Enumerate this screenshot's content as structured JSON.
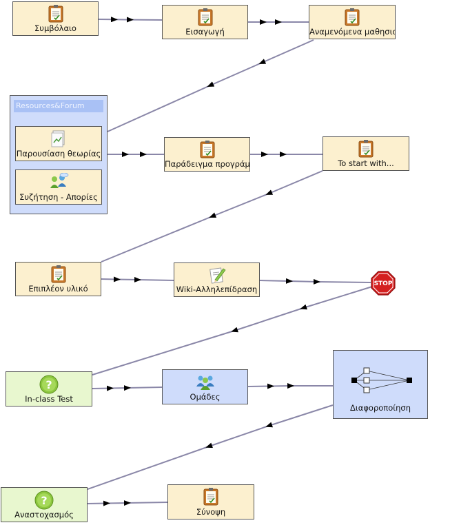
{
  "nodes": {
    "n1": "Συμβόλαιο",
    "n2": "Εισαγωγή",
    "n3": "Αναμενόμενα μαθησια",
    "n4": "Παράδειγμα προγράμμ",
    "n5": "To start with...",
    "n6": "Επιπλέον υλικό",
    "n7": "Wiki-Αλληλεπίδραση",
    "n8": "In-class Test",
    "n9": "Ομάδες",
    "n10": "Διαφοροποίηση",
    "n11": "Αναστοχασμός",
    "n12": "Σύνοψη"
  },
  "support": {
    "title": "Resources&Forum",
    "item1": "Παρουσίαση θεωρίας",
    "item2": "Συζήτηση - Απορίες"
  },
  "stop_label": "STOP",
  "colors": {
    "activity_fill": "#fcf0cf",
    "assessment_fill": "#e8f7cf",
    "group_fill": "#cfdcfb",
    "edge": "#8a87a8",
    "stop": "#d42020"
  },
  "icons": {
    "activity": "notebook-icon",
    "question": "question-icon",
    "people": "people-icon",
    "wiki": "wiki-pencil-icon",
    "branch": "branching-icon",
    "stop": "stop-sign-icon"
  }
}
